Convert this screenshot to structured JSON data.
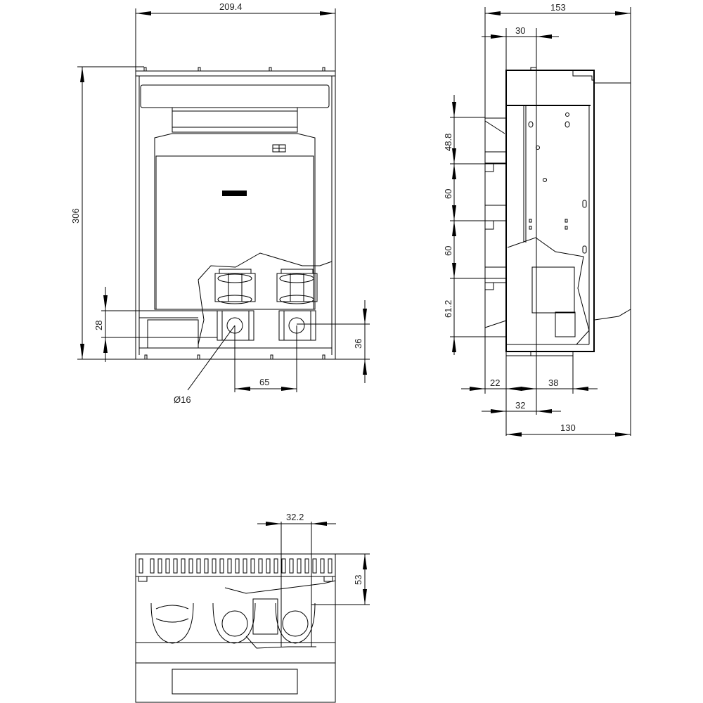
{
  "drawing": {
    "type": "technical-dimension-drawing",
    "units": "mm",
    "views": {
      "front": {
        "dimensions": {
          "width": "209.4",
          "height": "306",
          "terminal_offset": "28",
          "terminal_height": "36",
          "terminal_spacing": "65",
          "terminal_hole": "Ø16"
        }
      },
      "side": {
        "dimensions": {
          "total_depth": "153",
          "top_offset": "30",
          "rail_spacing_1": "48.8",
          "rail_spacing_2": "60",
          "rail_spacing_3": "60",
          "rail_spacing_4": "61.2",
          "bottom_left": "22",
          "bottom_mid": "38",
          "bottom_offset": "32",
          "body_depth": "130"
        }
      },
      "bottom": {
        "dimensions": {
          "terminal_pitch": "32.2",
          "height": "53"
        }
      }
    },
    "colors": {
      "line": "#000000",
      "background": "#ffffff",
      "text": "#222222"
    }
  }
}
